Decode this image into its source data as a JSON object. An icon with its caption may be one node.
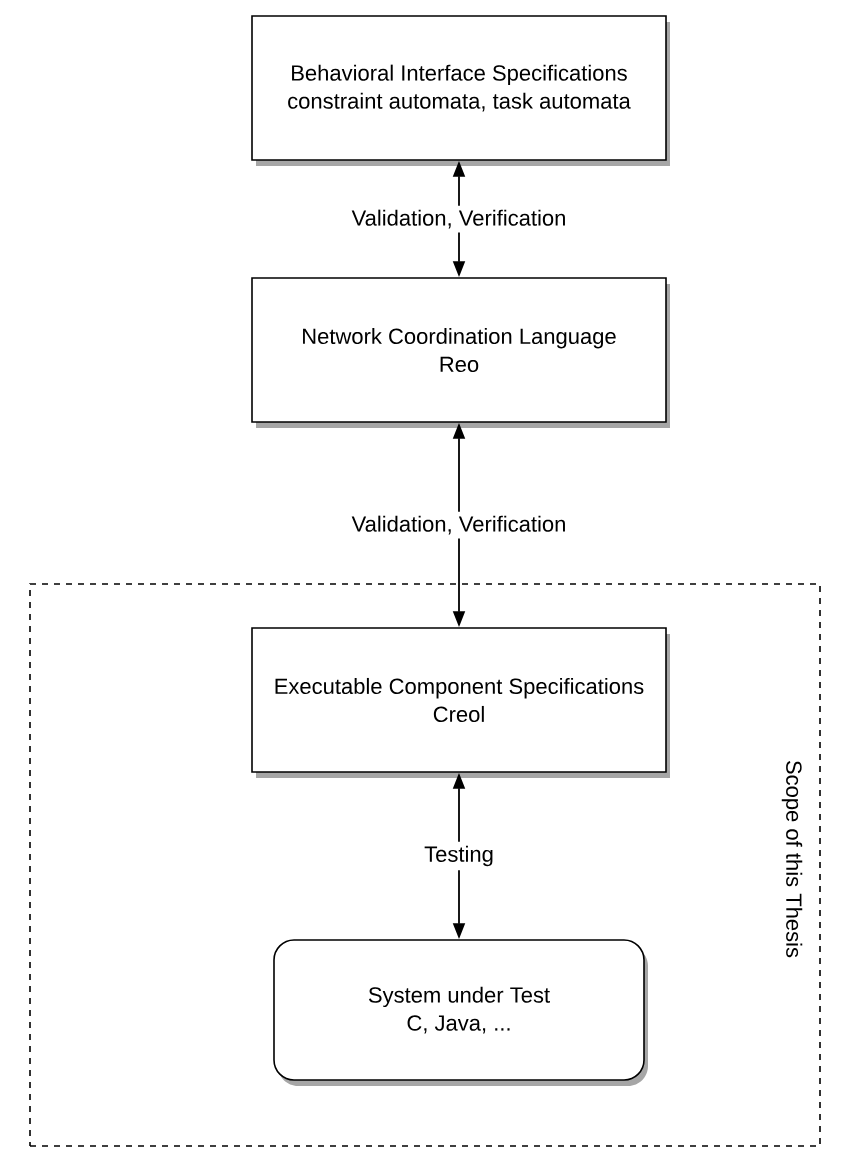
{
  "diagram": {
    "nodes": [
      {
        "text": [
          "Behavioral Interface Specifications",
          "constraint automata, task automata"
        ]
      },
      {
        "text": [
          "Network Coordination Language",
          "Reo"
        ]
      },
      {
        "text": [
          "Scope of this Thesis"
        ]
      },
      {
        "text": [
          "Executable Component Specifications",
          "Creol"
        ],
        "in": 2
      },
      {
        "text": [
          "System under Test",
          "C, Java, ..."
        ],
        "in": 2
      }
    ],
    "edges": [
      {
        "from": 0,
        "to": 1,
        "arrow": "both",
        "label": "Validation, Verification"
      },
      {
        "from": 1,
        "to": 3,
        "arrow": "both",
        "label": "Validation, Verification"
      },
      {
        "from": 3,
        "to": 4,
        "arrow": "both",
        "label": "Testing"
      }
    ]
  }
}
